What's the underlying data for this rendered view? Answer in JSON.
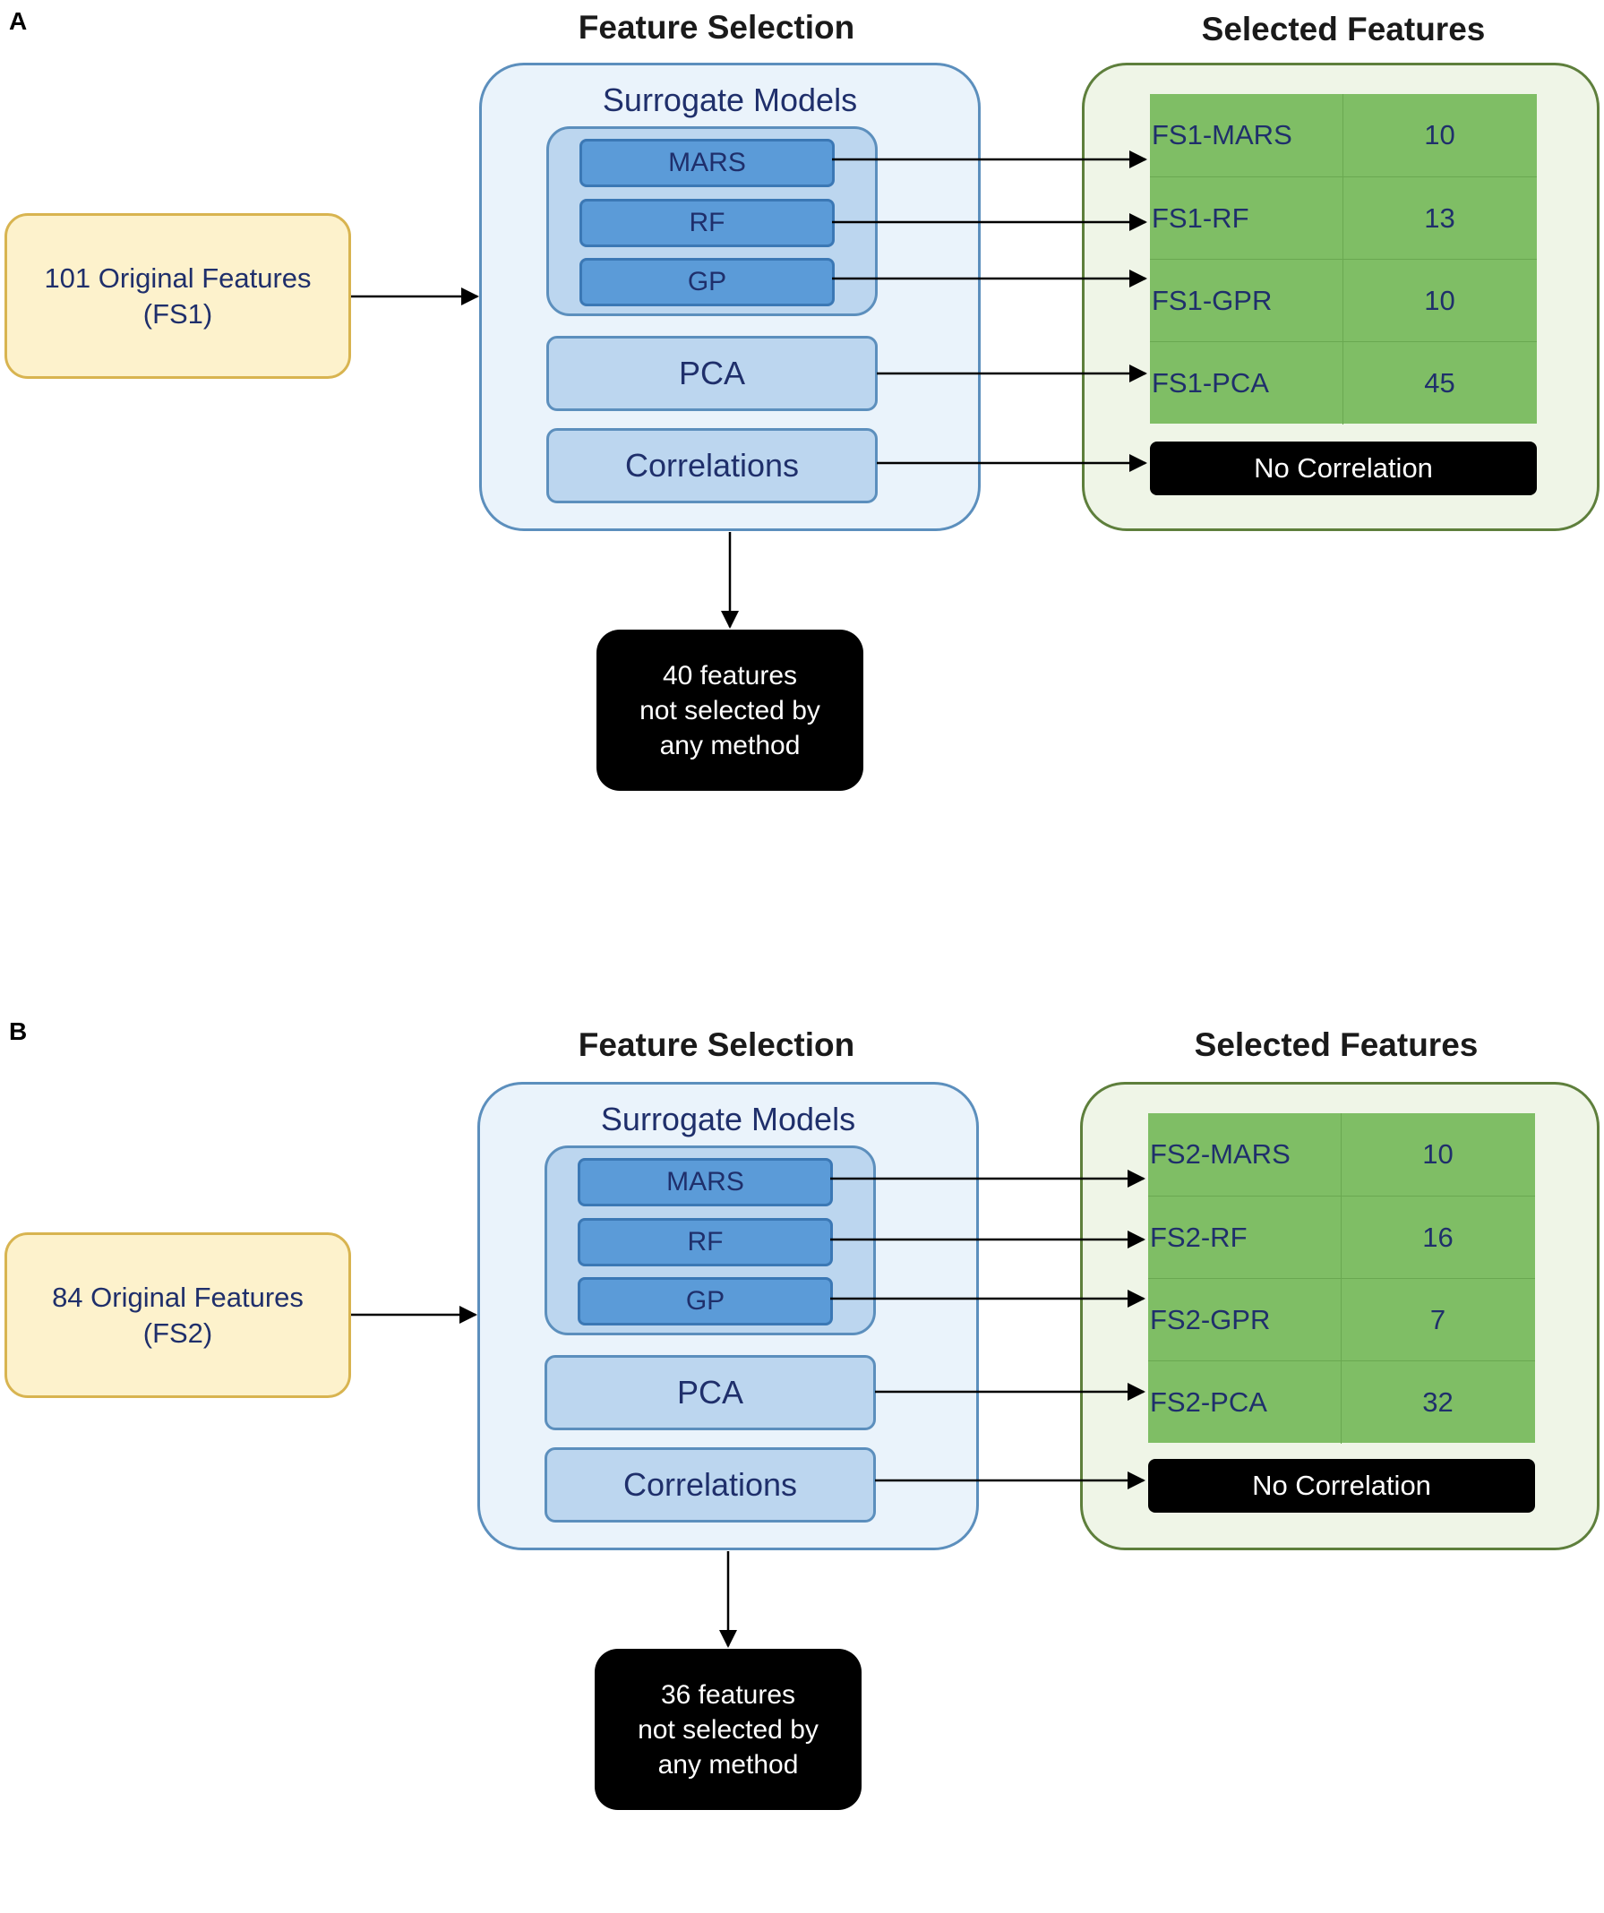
{
  "panels": [
    {
      "label": "A",
      "feature_selection_heading": "Feature Selection",
      "selected_features_heading": "Selected Features",
      "input": {
        "line1": "101 Original Features",
        "line2": "(FS1)"
      },
      "surrogate_title": "Surrogate Models",
      "surrogate_models": [
        "MARS",
        "RF",
        "GP"
      ],
      "methods": [
        "PCA",
        "Correlations"
      ],
      "selected": [
        {
          "name": "FS1-MARS",
          "value": "10"
        },
        {
          "name": "FS1-RF",
          "value": "13"
        },
        {
          "name": "FS1-GPR",
          "value": "10"
        },
        {
          "name": "FS1-PCA",
          "value": "45"
        }
      ],
      "no_correlation": "No Correlation",
      "not_selected": {
        "line1": "40 features",
        "line2": "not selected by",
        "line3": "any method"
      }
    },
    {
      "label": "B",
      "feature_selection_heading": "Feature Selection",
      "selected_features_heading": "Selected Features",
      "input": {
        "line1": "84 Original Features",
        "line2": "(FS2)"
      },
      "surrogate_title": "Surrogate Models",
      "surrogate_models": [
        "MARS",
        "RF",
        "GP"
      ],
      "methods": [
        "PCA",
        "Correlations"
      ],
      "selected": [
        {
          "name": "FS2-MARS",
          "value": "10"
        },
        {
          "name": "FS2-RF",
          "value": "16"
        },
        {
          "name": "FS2-GPR",
          "value": "7"
        },
        {
          "name": "FS2-PCA",
          "value": "32"
        }
      ],
      "no_correlation": "No Correlation",
      "not_selected": {
        "line1": "36 features",
        "line2": "not selected by",
        "line3": "any method"
      }
    }
  ],
  "colors": {
    "input_fill": "#fdf2cc",
    "input_border": "#d8b450",
    "feature_selection_fill": "#eaf3fb",
    "surrogate_button": "#5b9bd8",
    "selected_table_fill": "#7fbe65",
    "selected_container_fill": "#eff5e7",
    "text_navy": "#1f2f6b"
  }
}
